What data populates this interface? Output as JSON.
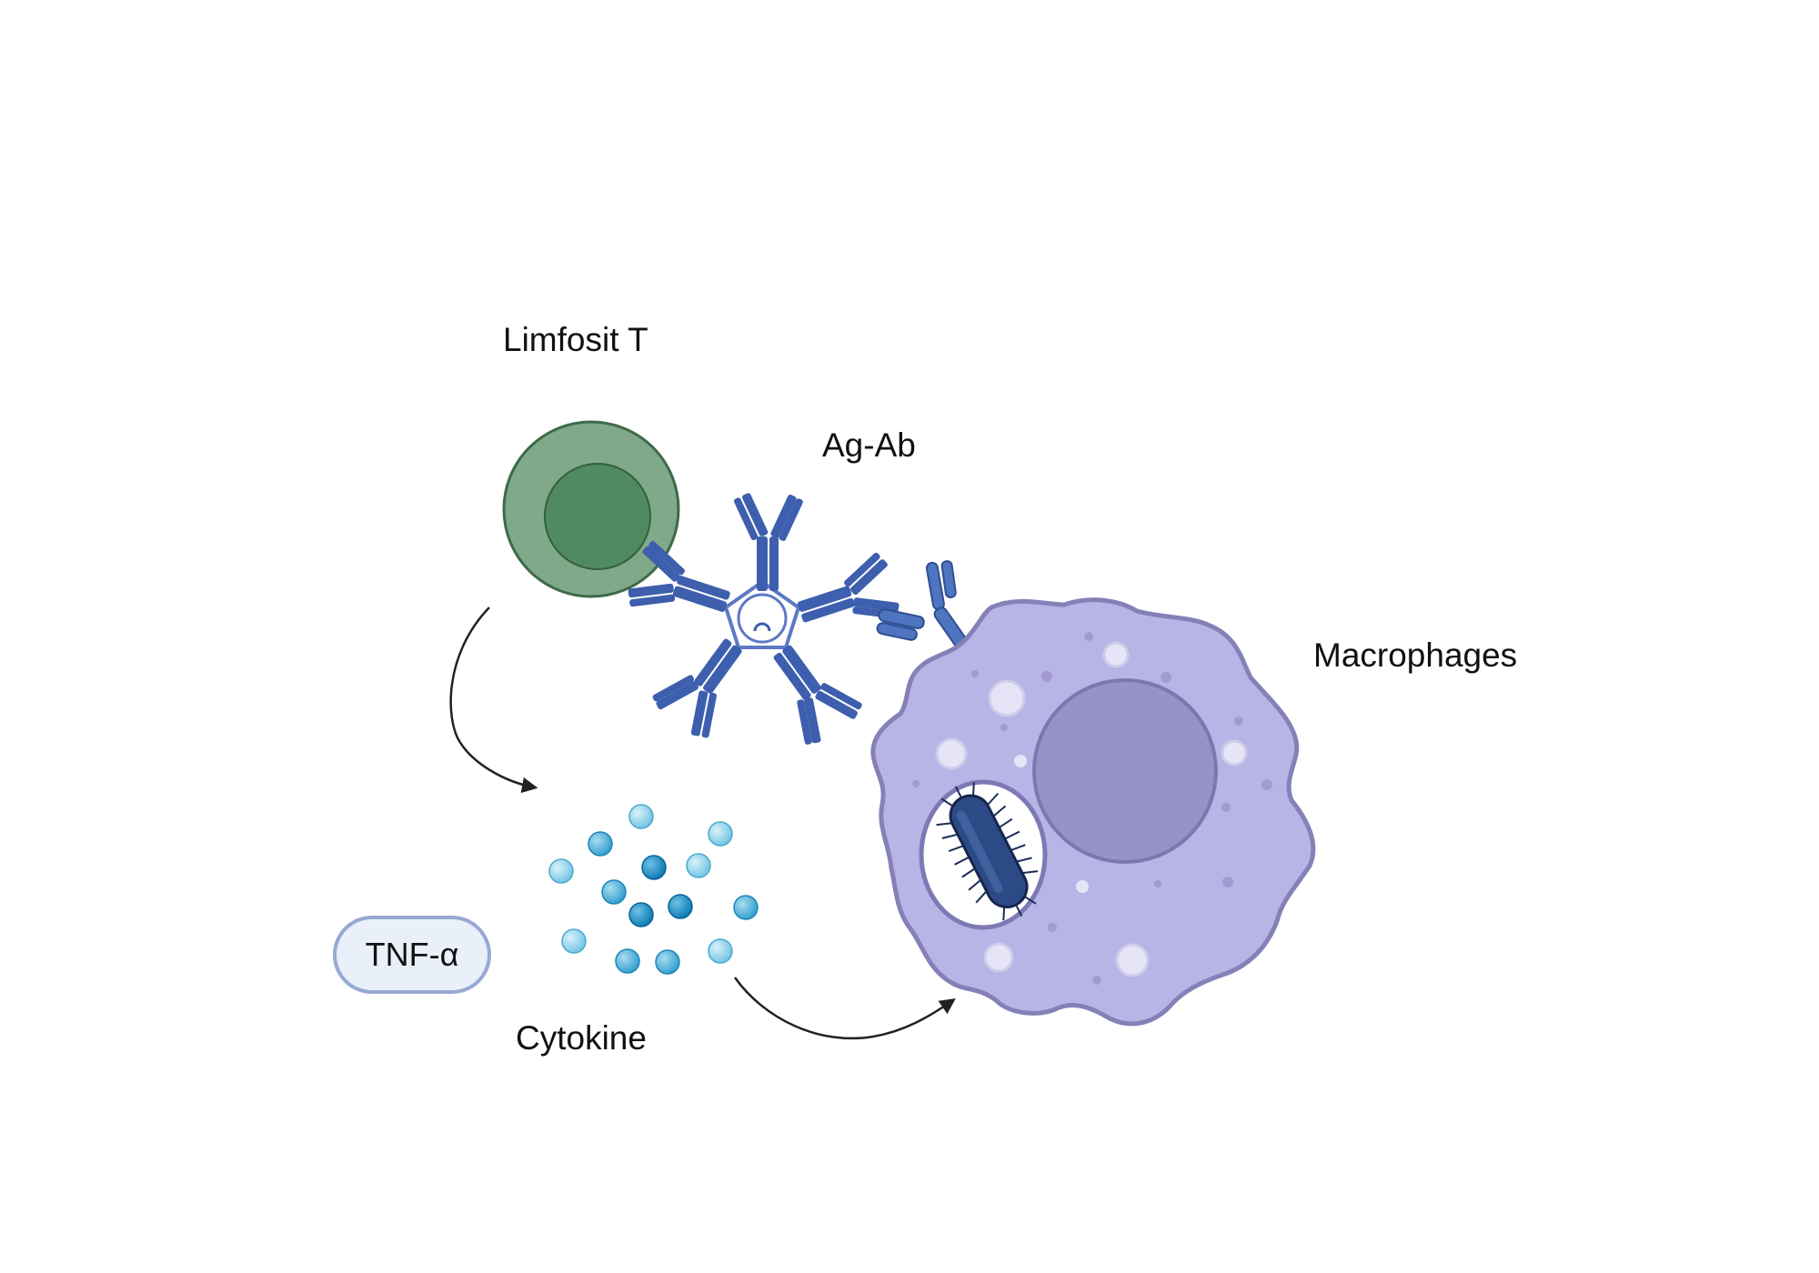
{
  "labels": {
    "t_cell": "Limfosit T",
    "immune_complex": "Ag-Ab",
    "macrophage": "Macrophages",
    "cytokine": "Cytokine",
    "tnf": "TNF-α"
  },
  "colors": {
    "t_cell_outer": "#7fa988",
    "t_cell_inner": "#4f8a61",
    "antibody": "#3d5fae",
    "macrophage_body": "#b6b5e6",
    "macrophage_nucleus": "#9793c8",
    "bacterium": "#2c4a86",
    "cytokine_light": "#7ccbe6",
    "cytokine_mid": "#3aa6d3",
    "cytokine_dark": "#0f83bd",
    "arrow": "#222222"
  },
  "icons": [
    "t-lymphocyte-icon",
    "antigen-antibody-complex-icon",
    "macrophage-icon",
    "bacterium-icon",
    "cytokine-cluster-icon"
  ]
}
